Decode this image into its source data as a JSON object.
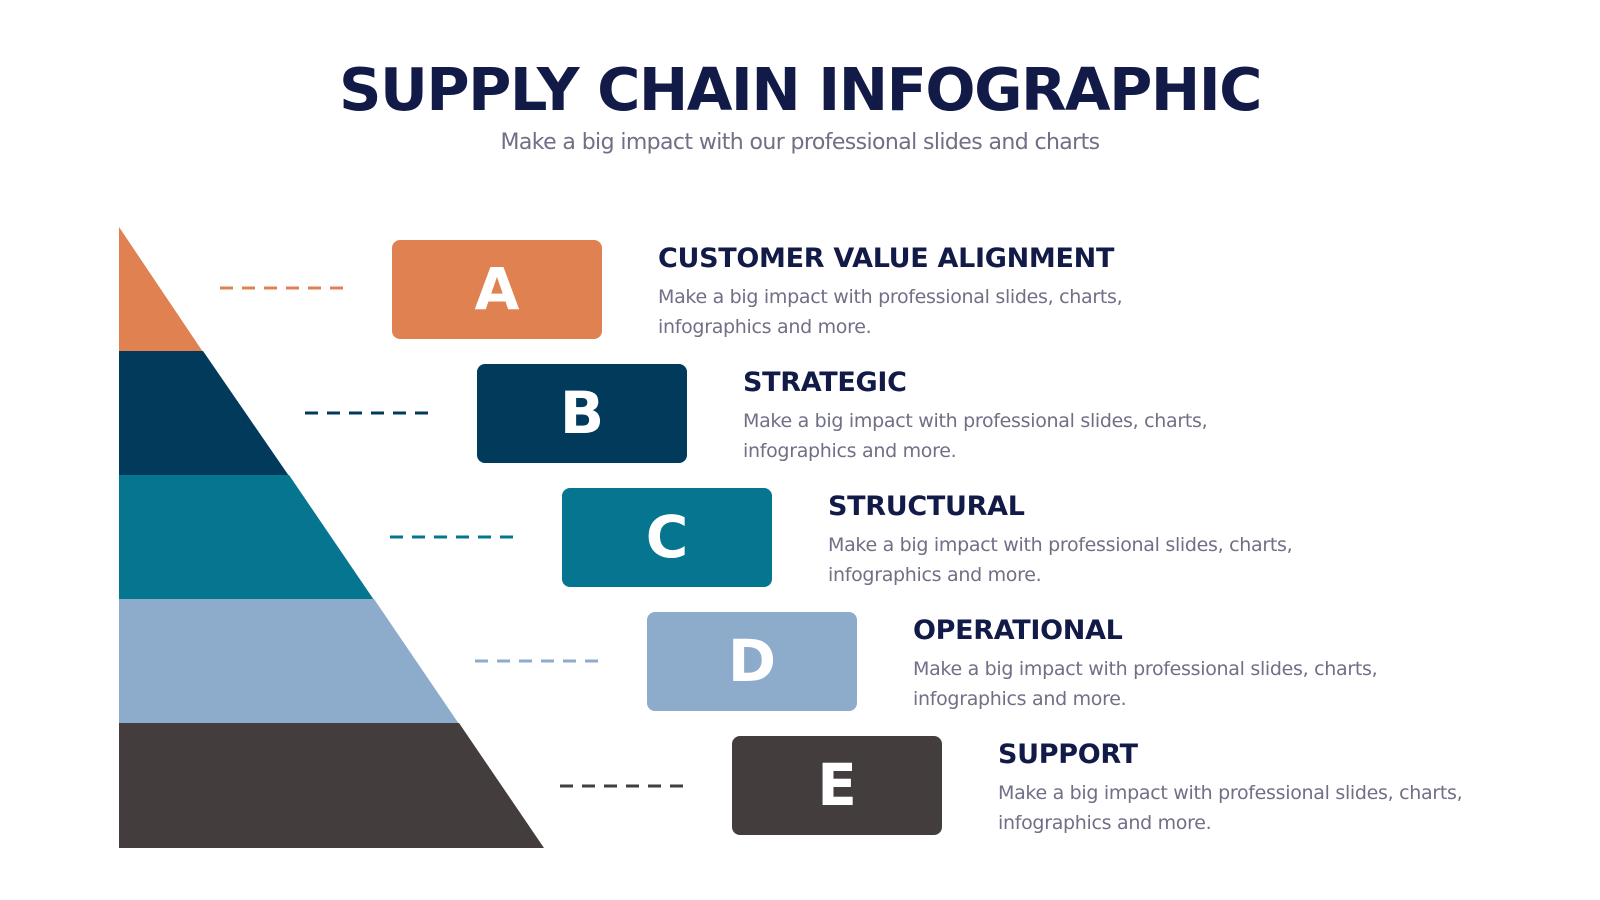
{
  "header": {
    "title": "SUPPLY CHAIN INFOGRAPHIC",
    "subtitle": "Make a big impact with our professional slides and charts"
  },
  "colors": {
    "title": "#121a47",
    "text": "#6f6f86",
    "orange": "#e08152",
    "navy": "#023a5c",
    "teal": "#06758f",
    "light_blue": "#8daccc",
    "charcoal": "#433e3d"
  },
  "steps": [
    {
      "letter": "A",
      "title": "CUSTOMER VALUE ALIGNMENT",
      "description": "Make a big impact with professional slides, charts, infographics and more.",
      "color": "#e08152"
    },
    {
      "letter": "B",
      "title": "STRATEGIC",
      "description": "Make a big impact with professional slides, charts, infographics and more.",
      "color": "#023a5c"
    },
    {
      "letter": "C",
      "title": "STRUCTURAL",
      "description": "Make a big impact with professional slides, charts, infographics and more.",
      "color": "#06758f"
    },
    {
      "letter": "D",
      "title": "OPERATIONAL",
      "description": "Make a big impact with professional slides, charts, infographics and more.",
      "color": "#8daccc"
    },
    {
      "letter": "E",
      "title": "SUPPORT",
      "description": "Make a big impact with professional slides, charts, infographics and more.",
      "color": "#433e3d"
    }
  ]
}
